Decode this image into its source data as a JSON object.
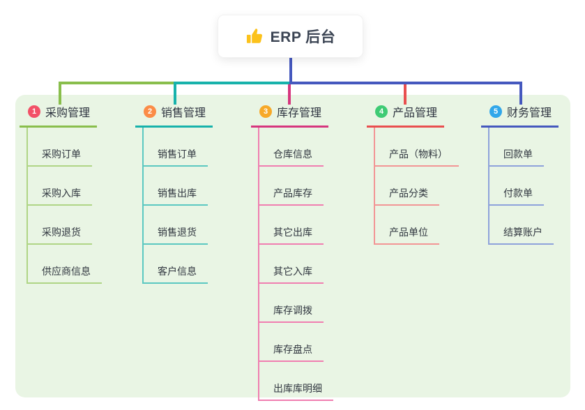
{
  "root": {
    "label": "ERP 后台",
    "icon": "thumbs-up-icon",
    "icon_color": "#FCC21B",
    "text_color": "#3B4453",
    "trunk_color": "#4558BE"
  },
  "panel": {
    "background": "#E9F5E4"
  },
  "branches": [
    {
      "badge": "1",
      "badge_color": "#F25167",
      "label": "采购管理",
      "color": "#89BE4C",
      "light_color": "#AFD585",
      "children": [
        "采购订单",
        "采购入库",
        "采购退货",
        "供应商信息"
      ]
    },
    {
      "badge": "2",
      "badge_color": "#FB8C47",
      "label": "销售管理",
      "color": "#17B2AB",
      "light_color": "#5BC8C1",
      "children": [
        "销售订单",
        "销售出库",
        "销售退货",
        "客户信息"
      ]
    },
    {
      "badge": "3",
      "badge_color": "#F7A928",
      "label": "库存管理",
      "color": "#D6367E",
      "light_color": "#F07EB0",
      "children": [
        "仓库信息",
        "产品库存",
        "其它出库",
        "其它入库",
        "库存调拨",
        "库存盘点",
        "出库库明细"
      ]
    },
    {
      "badge": "4",
      "badge_color": "#3ECB74",
      "label": "产品管理",
      "color": "#E94F4F",
      "light_color": "#F29595",
      "children": [
        "产品（物料）",
        "产品分类",
        "产品单位"
      ]
    },
    {
      "badge": "5",
      "badge_color": "#31A7EA",
      "label": "财务管理",
      "color": "#4558BE",
      "light_color": "#8EA2DB",
      "children": [
        "回款单",
        "付款单",
        "结算账户"
      ]
    }
  ]
}
